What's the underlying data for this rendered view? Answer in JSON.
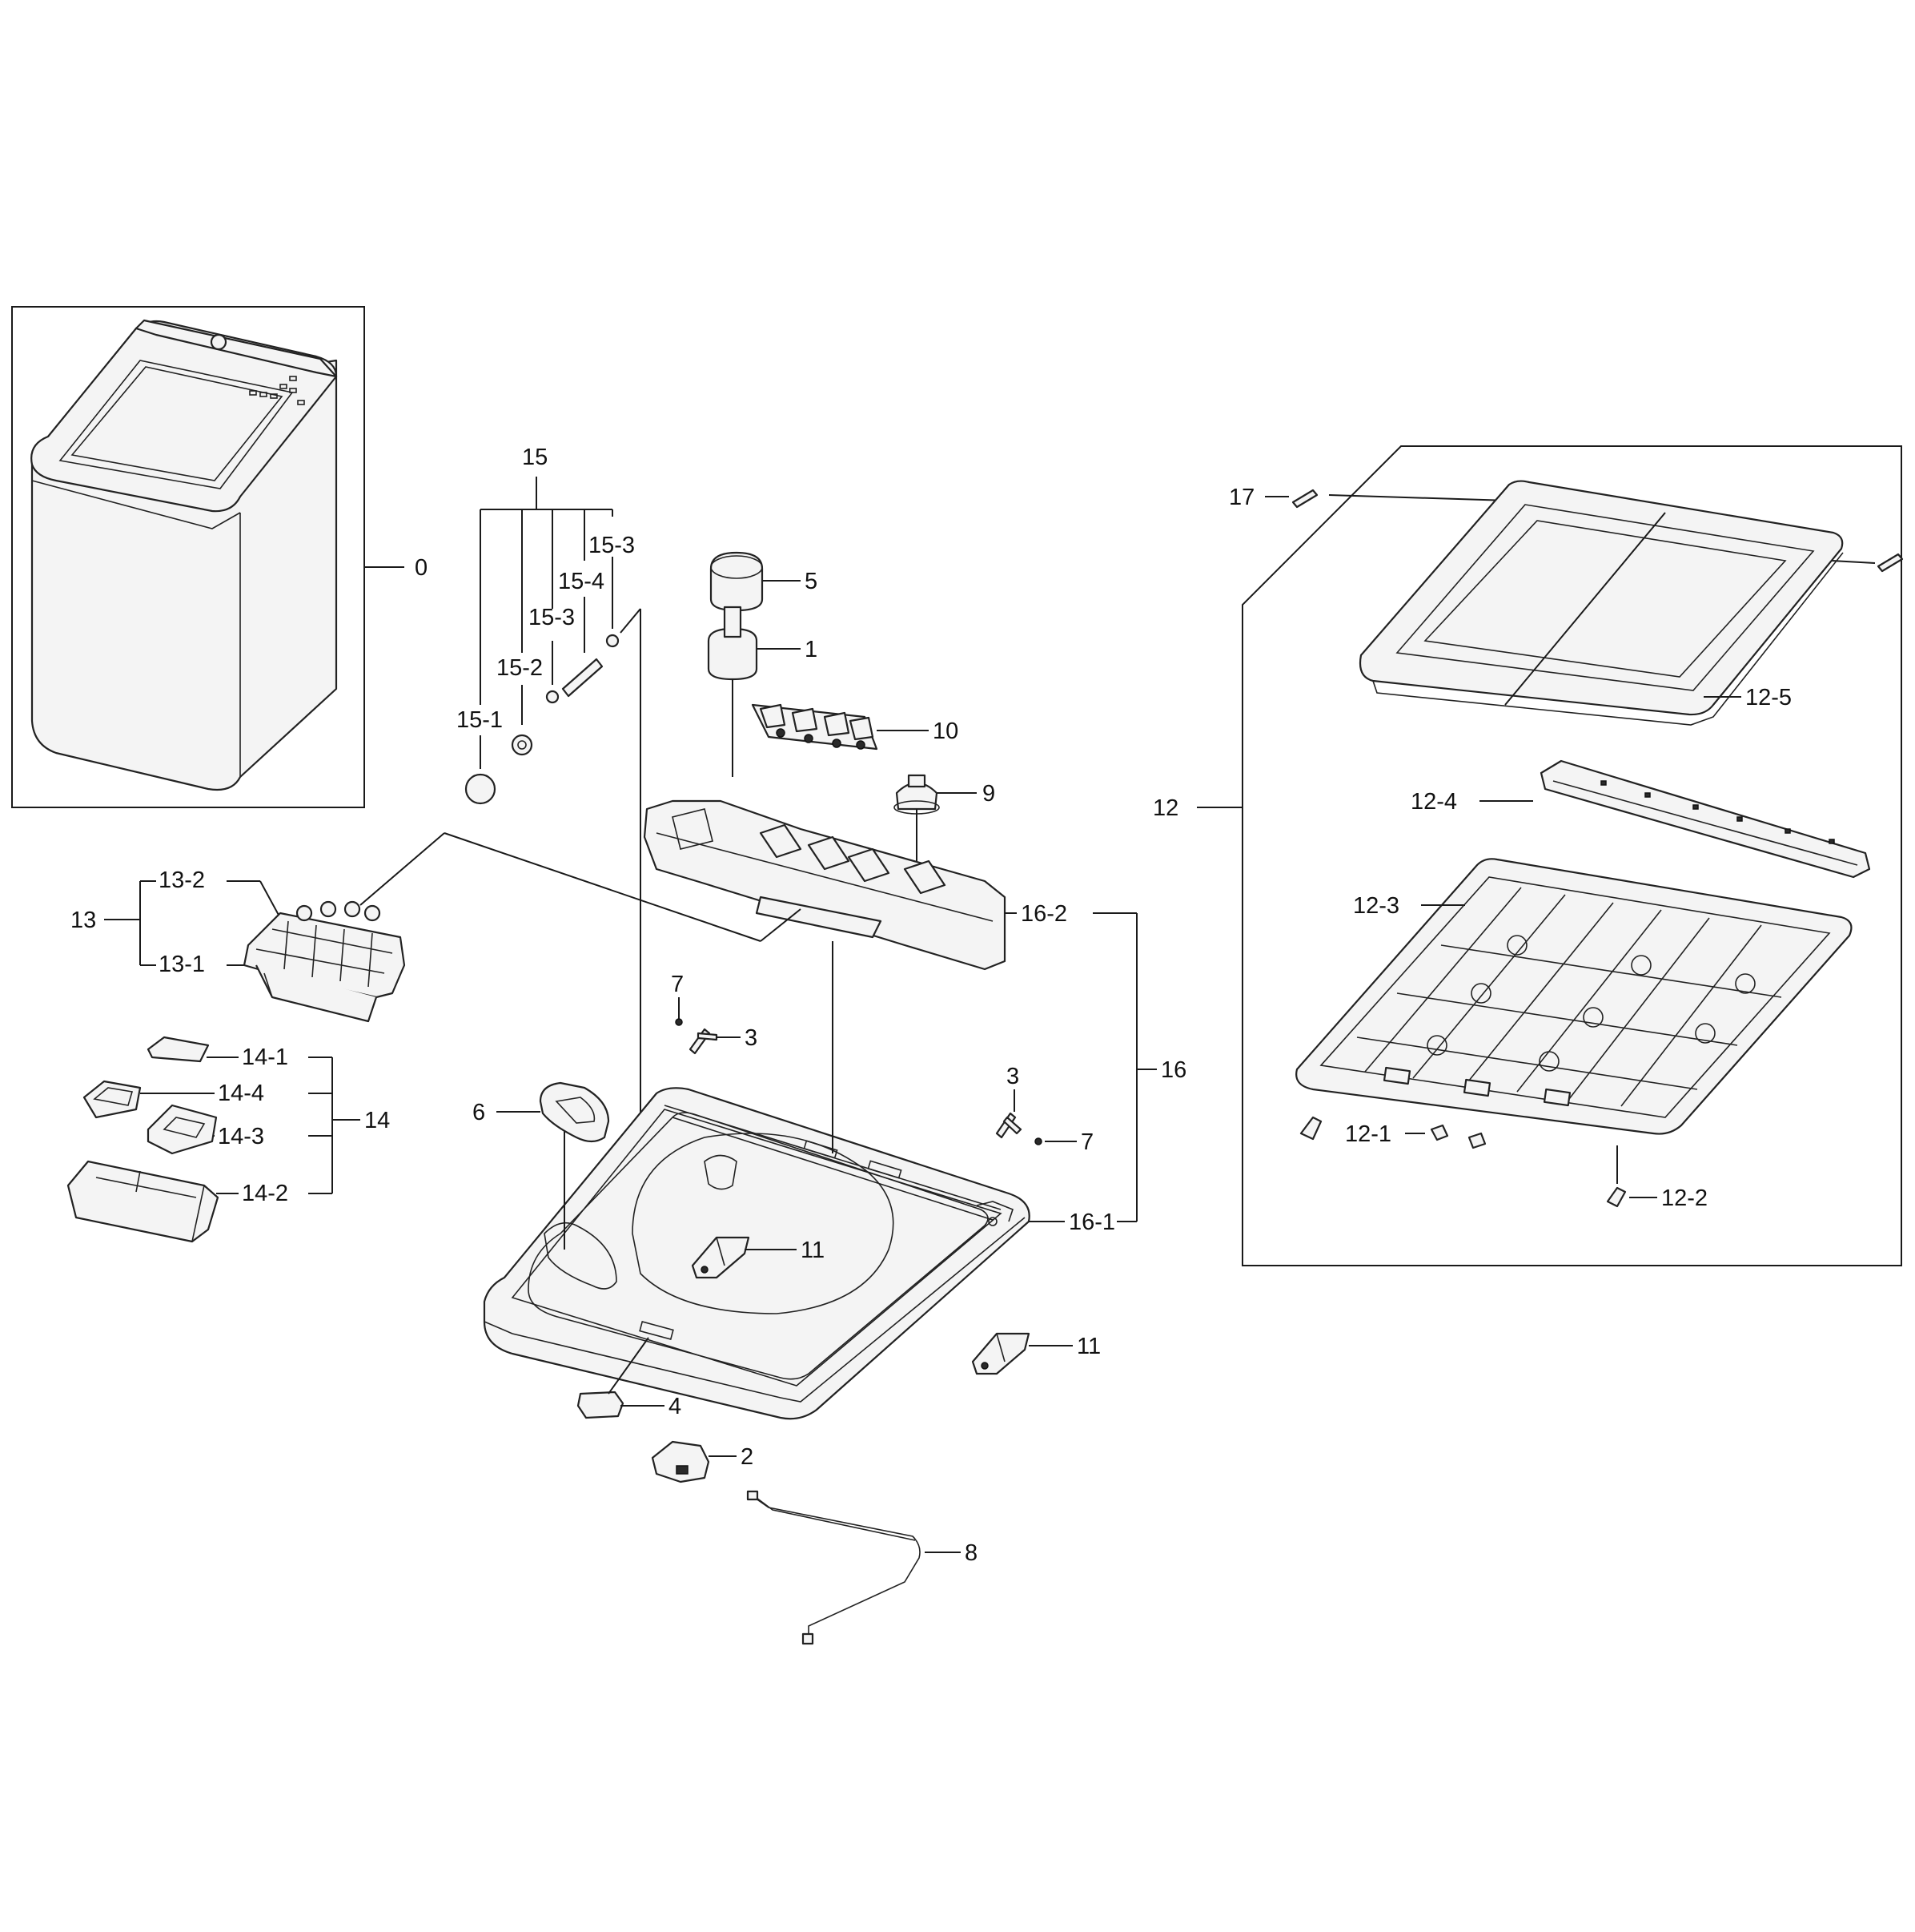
{
  "diagram": {
    "labels": {
      "l0": "0",
      "l1": "1",
      "l2": "2",
      "l3a": "3",
      "l3b": "3",
      "l4": "4",
      "l5": "5",
      "l6": "6",
      "l7a": "7",
      "l7b": "7",
      "l8": "8",
      "l9": "9",
      "l10": "10",
      "l11a": "11",
      "l11b": "11",
      "l12": "12",
      "l12_1": "12-1",
      "l12_2": "12-2",
      "l12_3": "12-3",
      "l12_4": "12-4",
      "l12_5": "12-5",
      "l13": "13",
      "l13_1": "13-1",
      "l13_2": "13-2",
      "l14": "14",
      "l14_1": "14-1",
      "l14_2": "14-2",
      "l14_3": "14-3",
      "l14_4": "14-4",
      "l15": "15",
      "l15_1": "15-1",
      "l15_2": "15-2",
      "l15_3a": "15-3",
      "l15_3b": "15-3",
      "l15_4": "15-4",
      "l16": "16",
      "l16_1": "16-1",
      "l16_2": "16-2",
      "l17": "17"
    }
  }
}
